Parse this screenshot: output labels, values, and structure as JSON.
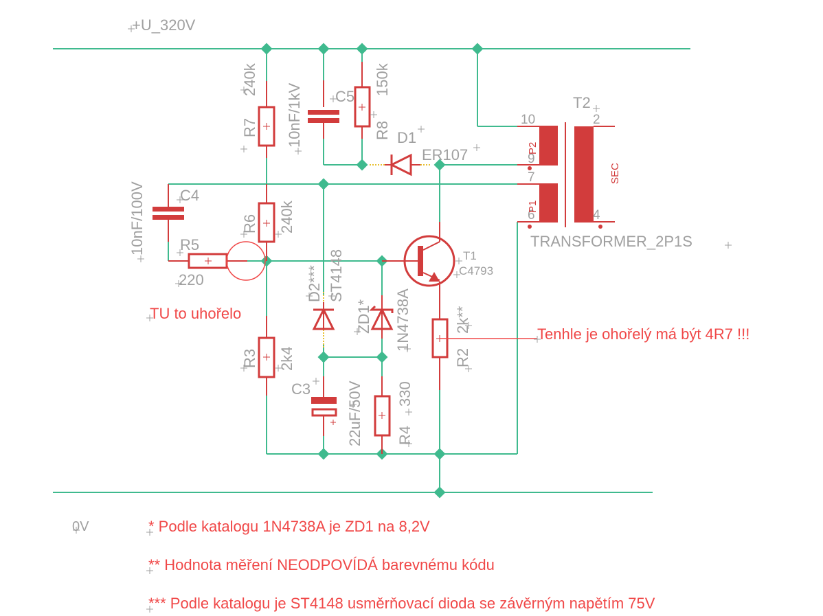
{
  "nets": {
    "supply_label": "+U_320V",
    "ground_label": "0V"
  },
  "components": {
    "R7": {
      "name": "R7",
      "value": "240k"
    },
    "C5": {
      "name": "C5",
      "value": "10nF/1kV"
    },
    "R8": {
      "name": "R8",
      "value": "150k"
    },
    "D1": {
      "name": "D1",
      "value": "ER107"
    },
    "C4": {
      "name": "C4",
      "value": "10nF/100V"
    },
    "R6": {
      "name": "R6",
      "value": "240k"
    },
    "R5": {
      "name": "R5",
      "value": "220"
    },
    "R3": {
      "name": "R3",
      "value": "2k4"
    },
    "D2": {
      "name": "D2***",
      "value": "ST4148"
    },
    "ZD1": {
      "name": "ZD1*",
      "value": "1N4738A"
    },
    "C3": {
      "name": "C3",
      "value": "22uF/50V"
    },
    "R4": {
      "name": "R4",
      "value": "330"
    },
    "T1": {
      "name": "T1",
      "value": "C4793"
    },
    "R2": {
      "name": "R2",
      "value": "2k**"
    },
    "T2": {
      "name": "T2",
      "value": "TRANSFORMER_2P1S",
      "pins": [
        "10",
        "9",
        "7",
        "6",
        "2",
        "4"
      ],
      "winding_labels": [
        "P2",
        "P1",
        "SEC"
      ]
    }
  },
  "annotations": {
    "burned_area": "TU to uhořelo",
    "r2_note": "Tenhle je ohořelý má být 4R7 !!!",
    "footnotes": [
      "* Podle katalogu 1N4738A je ZD1 na 8,2V",
      "** Hodnota měření NEODPOVÍDÁ barevnému kódu",
      "*** Podle katalogu je ST4148 usměrňovací dioda se závěrným napětím 75V"
    ]
  },
  "colors": {
    "wire": "#3fba8e",
    "symbol": "#d23c3c",
    "label": "#a0a0a0",
    "note": "#f04848"
  }
}
